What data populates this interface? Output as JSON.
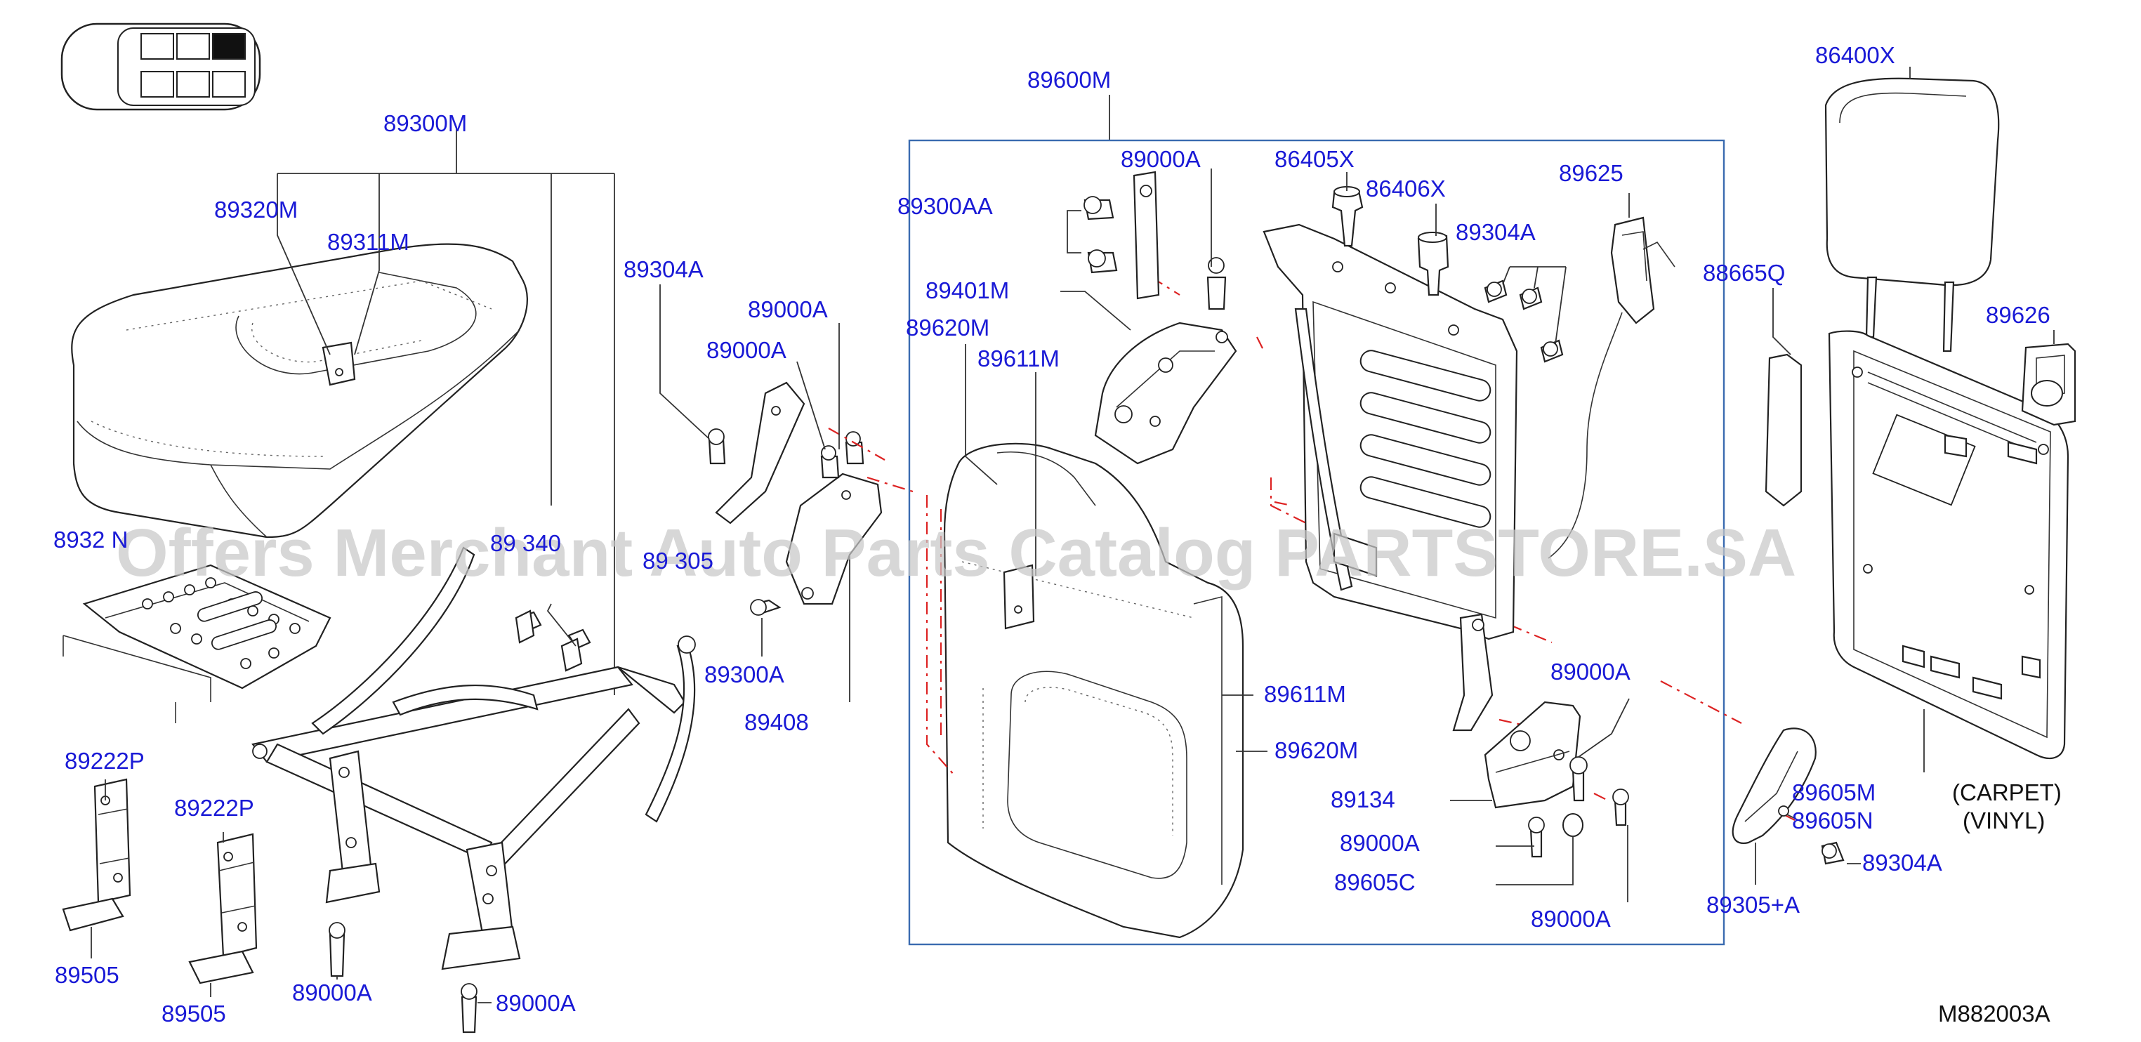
{
  "diagram": {
    "watermark": "Offers Merchant Auto Parts Catalog PARTSTORE.SA",
    "drawing_code": "M882003A",
    "group_labels": {
      "cushion_assy": "89300M",
      "back_assy": "89600M"
    },
    "callouts": [
      "89320M",
      "89311M",
      "8932 N",
      "89 340",
      "89304A",
      "89000A",
      "89000A",
      "89 305",
      "89300A",
      "89408",
      "89222P",
      "89222P",
      "89505",
      "89505",
      "89000A",
      "89000A",
      "89000A",
      "89300AA",
      "89401M",
      "89620M",
      "89611M",
      "89611M",
      "89620M",
      "86405X",
      "86406X",
      "89625",
      "89304A",
      "89000A",
      "89134",
      "89000A",
      "89605C",
      "89000A",
      "86400X",
      "88665Q",
      "89626",
      "89605M",
      "89605N",
      "89304A",
      "89305+A"
    ],
    "notes": [
      "(CARPET)",
      "(VINYL)"
    ]
  }
}
